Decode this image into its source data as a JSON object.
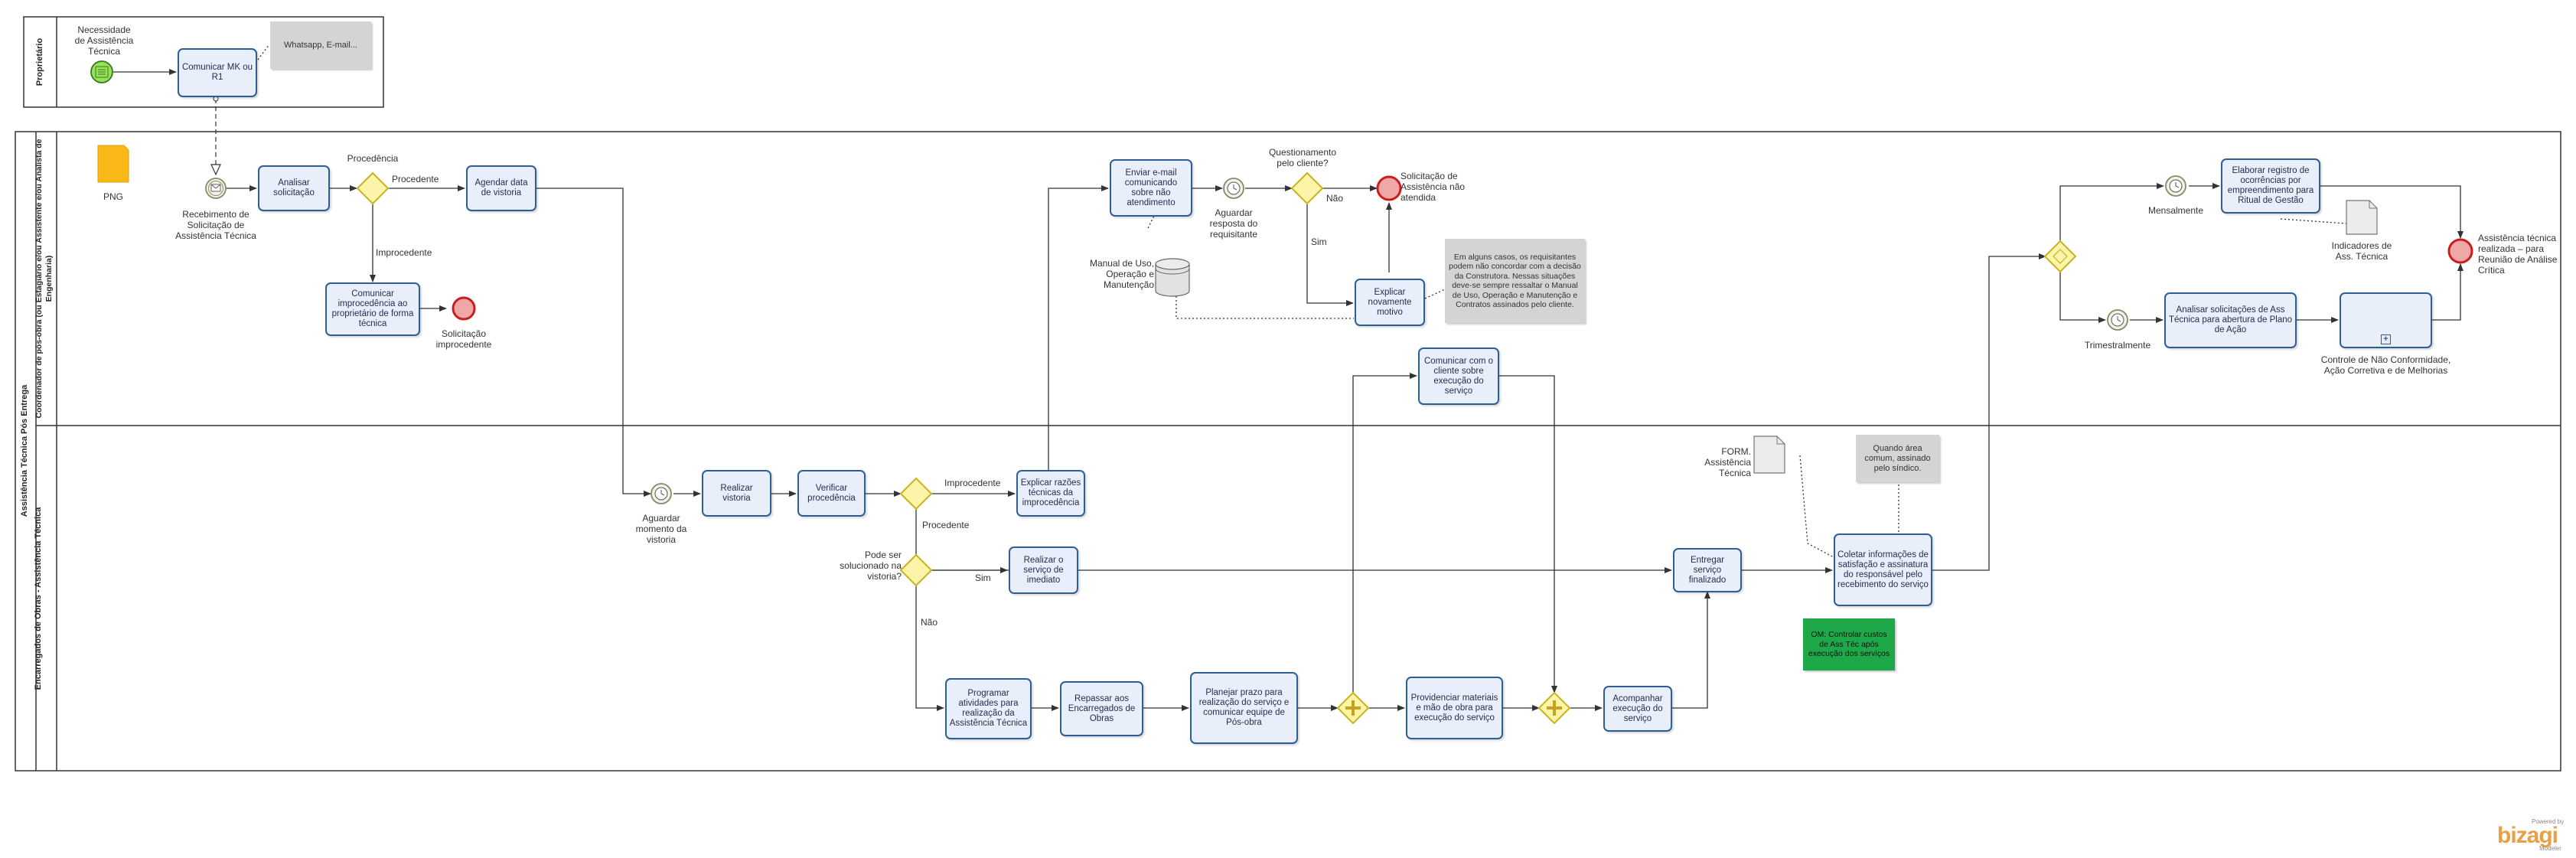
{
  "pools": {
    "owner_pool": {
      "lane_label": "Proprietário"
    },
    "main_pool": {
      "title": "Assistência Técnica Pós Entrega",
      "lane_top": "Coordenador de pós-obra (ou Estagiário e/ou Assistente e/ou Analista de Engenharia)",
      "lane_bottom": "Encarregados de Obras - Assistência Técnica"
    }
  },
  "events": {
    "start_need": "Necessidade de Assistência Técnica",
    "receipt": "Recebimento de Solicitação de Assistência Técnica",
    "end_rejected": "Solicitação improcedente",
    "await_reply": "Aguardar resposta do requisitante",
    "end_not_attended": "Solicitação de Assistência não atendida",
    "await_visit": "Aguardar momento da vistoria",
    "monthly": "Mensalmente",
    "quarterly": "Trimestralmente",
    "end_done": "Assistência técnica realizada – para Reunião de Análise Crítica"
  },
  "tasks": {
    "communicate": "Comunicar MK ou R1",
    "analyze": "Analisar solicitação",
    "schedule": "Agendar data de vistoria",
    "communicate_rejection": "Comunicar improcedência ao proprietário de forma técnica",
    "send_email": "Enviar e-mail comunicando sobre não atendimento",
    "explain_again": "Explicar novamente motivo",
    "communicate_client": "Comunicar com o cliente sobre execução do serviço",
    "inspect": "Realizar vistoria",
    "verify": "Verificar procedência",
    "explain_reasons": "Explicar razões técnicas da improcedência",
    "do_service": "Realizar o serviço de imediato",
    "program": "Programar atividades para realização da Assistência Técnica",
    "pass_on": "Repassar aos Encarregados de Obras",
    "plan_deadline": "Planejar prazo para realização do serviço e comunicar equipe de Pós-obra",
    "provide": "Providenciar materiais e mão de obra para execução do serviço",
    "follow": "Acompanhar execução do serviço",
    "deliver": "Entregar serviço finalizado",
    "collect": "Coletar informações de satisfação e assinatura do responsável pelo recebimento do serviço",
    "report": "Elaborar registro de ocorrências por empreendimento para Ritual de Gestão",
    "analyze_requests": "Analisar solicitações de Ass Técnica para abertura de Plano de Ação",
    "control": "Controle de Não Conformidade, Ação Corretiva e de Melhorias"
  },
  "gateways": {
    "procedencia": "Procedência",
    "questioned": "Questionamento pelo cliente?",
    "can_solve": "Pode ser solucionado na vistoria?"
  },
  "flows": {
    "procedente": "Procedente",
    "improcedente": "Improcedente",
    "nao": "Não",
    "sim": "Sim",
    "improcedente2": "Improcedente",
    "procedente2": "Procedente",
    "sim2": "Sim",
    "nao2": "Não"
  },
  "artifacts": {
    "png": "PNG",
    "manual": "Manual de Uso, Operação e Manutenção",
    "form": "FORM. Assistência Técnica",
    "indicators": "Indicadores de Ass. Técnica"
  },
  "notes": {
    "whatsapp": "Whatsapp, E-mail...",
    "cases": "Em alguns casos, os requisitantes podem não concordar com a decisão da Construtora. Nessas situações deve-se sempre ressaltar o Manual de Uso, Operação e Manutenção e Contratos assinados pelo cliente.",
    "common_area": "Quando área comum, assinado pelo síndico.",
    "om": "OM: Controlar custos de Ass Téc após execução dos serviços"
  },
  "branding": {
    "powered_by": "Powered by",
    "name": "bizagi",
    "suffix": "Modeler"
  },
  "colors": {
    "task_fill": "#e9eefb",
    "task_border": "#2e5f94",
    "gateway_fill": "#fcf4a8",
    "gateway_border": "#c9b21d",
    "start_fill": "#9be05a",
    "end_fill": "#f0a7a7",
    "end_border": "#c81e1e",
    "note_gray": "#d4d4d4",
    "note_green": "#1fa84a",
    "brand": "#e8a043"
  }
}
